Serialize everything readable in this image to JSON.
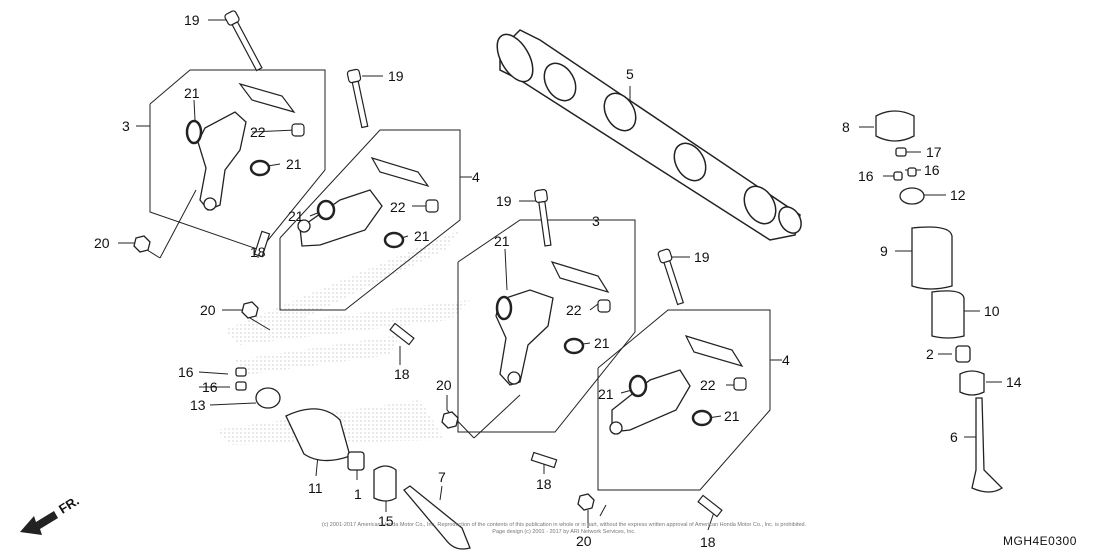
{
  "diagram": {
    "reference_code": "MGH4E0300",
    "direction_label": "FR.",
    "copyright_notice": "(c) 2001-2017 American Honda Motor Co., Inc. Reproduction of the contents of this publication in whole or in part, without the express written approval of American Honda Motor Co., Inc. is prohibited. Page design (c) 2001 - 2017 by ARI Network Services, Inc.",
    "callouts": [
      "19",
      "3",
      "21",
      "22",
      "21",
      "20",
      "18",
      "19",
      "4",
      "21",
      "22",
      "21",
      "20",
      "18",
      "16",
      "16",
      "13",
      "11",
      "1",
      "15",
      "5",
      "19",
      "3",
      "21",
      "22",
      "21",
      "20",
      "18",
      "19",
      "4",
      "21",
      "22",
      "21",
      "20",
      "18",
      "7",
      "8",
      "17",
      "16",
      "16",
      "12",
      "9",
      "10",
      "2",
      "14",
      "6"
    ]
  }
}
